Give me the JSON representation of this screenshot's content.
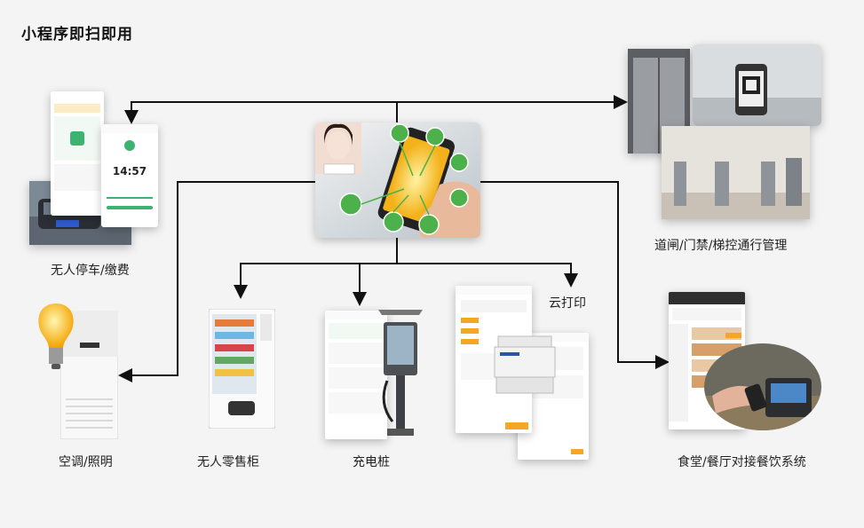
{
  "title": "小程序即扫即用",
  "nodes": {
    "parking": "无人停车/缴费",
    "access": "道闸/门禁/梯控通行管理",
    "aircon": "空调/照明",
    "vending": "无人零售柜",
    "charging": "充电桩",
    "print": "云打印",
    "canteen": "食堂/餐厅对接餐饮系统"
  },
  "parking_app": {
    "time": "14:57"
  },
  "colors": {
    "accent_green": "#3cb371",
    "accent_orange": "#f5a623",
    "line": "#111111"
  }
}
